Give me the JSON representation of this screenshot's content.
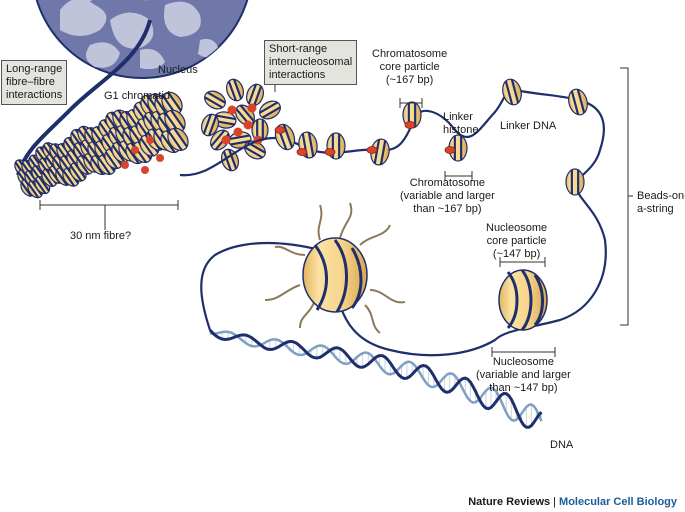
{
  "labels": {
    "long_range": [
      "Long-range",
      "fibre–fibre",
      "interactions"
    ],
    "nucleus": "Nucleus",
    "g1_chromatid": "G1 chromatid",
    "short_range": [
      "Short-range",
      "internucleosomal",
      "interactions"
    ],
    "chromatosome_core": [
      "Chromatosome",
      "core particle",
      "(~167 bp)"
    ],
    "linker_histone": [
      "Linker",
      "histone"
    ],
    "linker_dna": "Linker DNA",
    "chromatosome": [
      "Chromatosome",
      "(variable and larger",
      "than ~167 bp)"
    ],
    "beads_on_string": [
      "Beads-on-",
      "a-string"
    ],
    "fibre_30nm": "30 nm fibre?",
    "nucleosome_core": [
      "Nucleosome",
      "core particle",
      "(~147 bp)"
    ],
    "nucleosome": [
      "Nucleosome",
      "(variable and larger",
      "than ~147 bp)"
    ],
    "dna": "DNA"
  },
  "credit": {
    "publisher": "Nature Reviews",
    "separator": "|",
    "journal": "Molecular Cell Biology"
  },
  "colors": {
    "nucleus_fill": "#6f78a8",
    "nucleus_blob": "#c9cce0",
    "nucleosome_fill": "#f7d58c",
    "nucleosome_shade": "#e3b45f",
    "dna_navy": "#1f2f6b",
    "linker_histone_red": "#d9442b",
    "dna_helix_light": "#7f9fc4"
  }
}
